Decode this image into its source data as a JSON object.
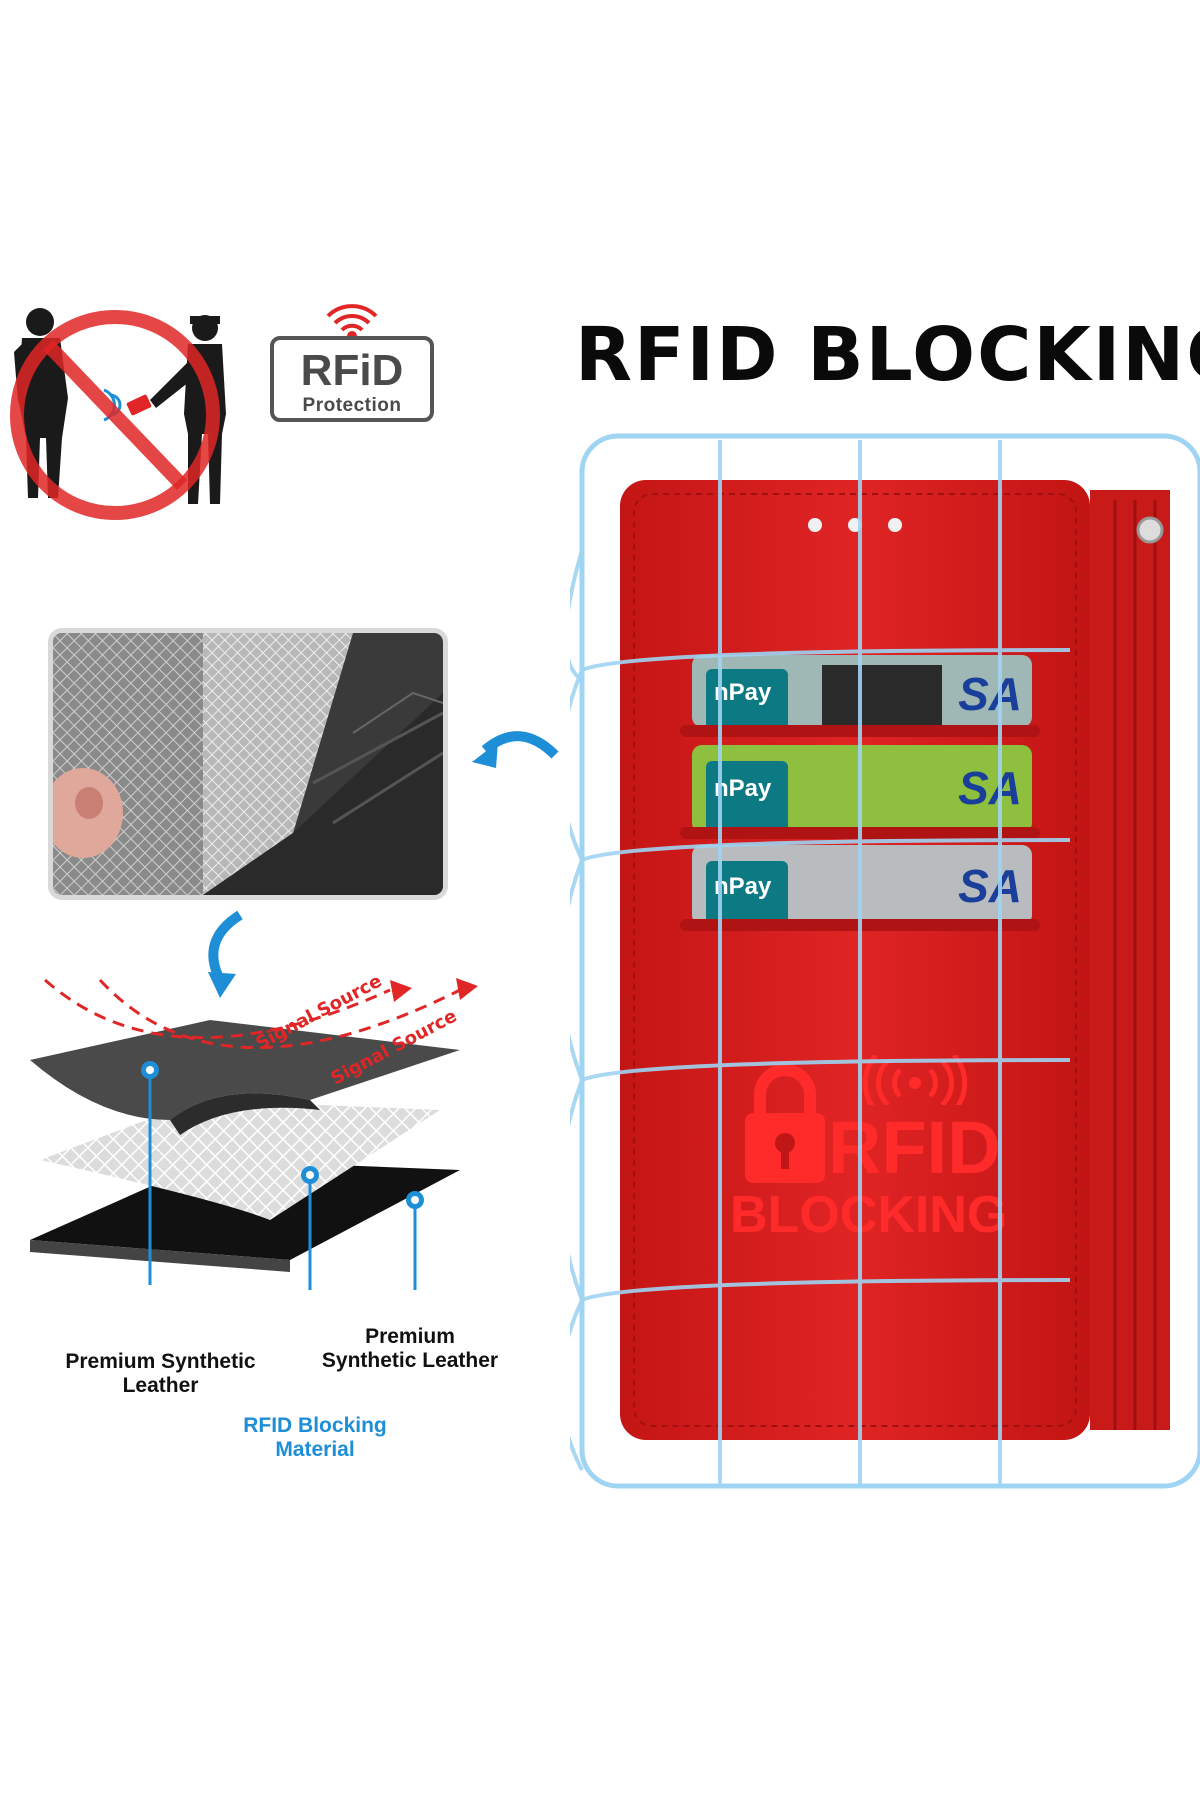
{
  "headline": "RFID BLOCKING",
  "badge": {
    "title": "RFiD",
    "subtitle": "Protection"
  },
  "layer_labels": {
    "left": [
      "Premium Synthetic",
      "Leather"
    ],
    "right": [
      "Premium",
      "Synthetic Leather"
    ],
    "middle": [
      "RFID Blocking",
      "Material"
    ]
  },
  "signal_text": [
    "Signal Source",
    "Signal Source"
  ],
  "cards": [
    {
      "brand_left": "nPay",
      "brand_right": "SA",
      "color": "#9fb8b5"
    },
    {
      "brand_left": "nPay",
      "brand_right": "SA",
      "color": "#8fbf3e"
    },
    {
      "brand_left": "nPay",
      "brand_right": "SA",
      "color": "#b9bcbf"
    }
  ],
  "wallet_mark": {
    "line1": "RFID",
    "line2": "BLOCKING"
  },
  "colors": {
    "wallet_red": "#d81f1f",
    "accent_blue": "#1e8fd6",
    "no_sign_red": "#e02626"
  },
  "icons": [
    "no-theft-icon",
    "rfid-signal-icon",
    "lock-icon",
    "curved-arrow-icon"
  ]
}
